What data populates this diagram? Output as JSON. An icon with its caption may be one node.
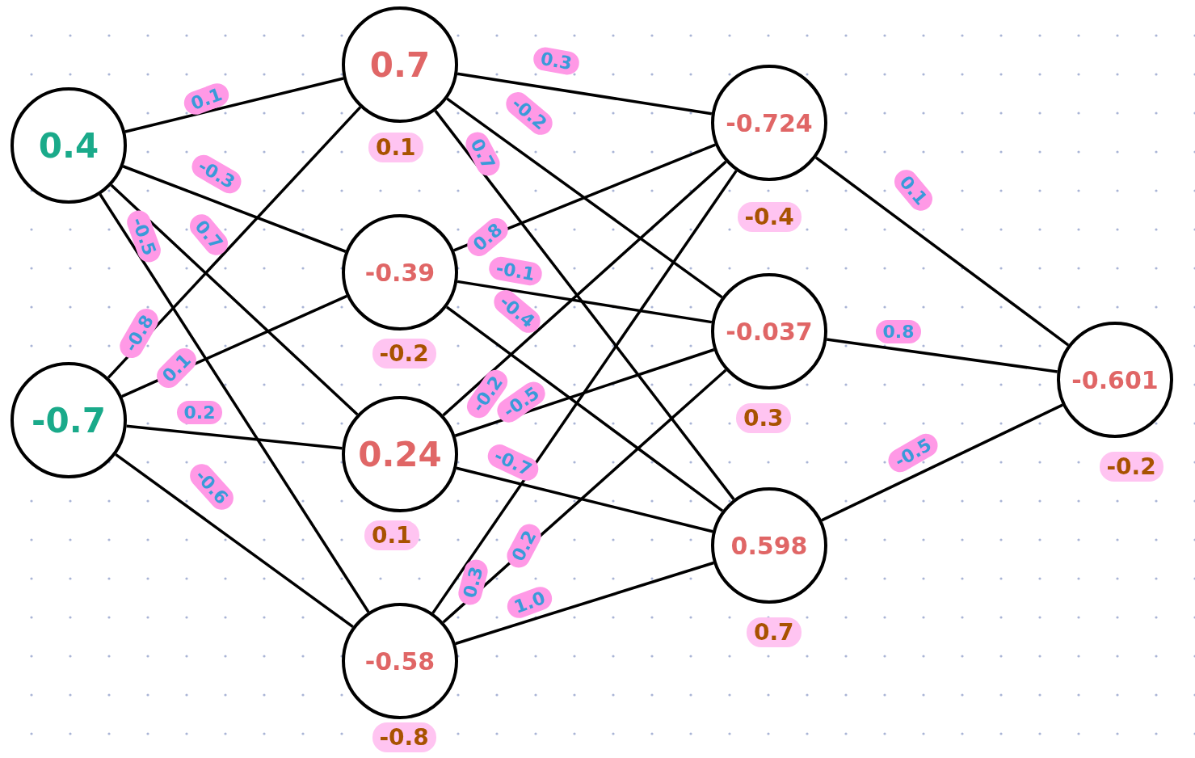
{
  "diagram": {
    "nodes": [
      {
        "text": [
          "0.4"
        ]
      },
      {
        "text": [
          "-0.7"
        ]
      },
      {
        "text": [
          "0.7"
        ],
        "beside": [
          "0.1"
        ]
      },
      {
        "text": [
          "-0.39"
        ],
        "beside": [
          "-0.2"
        ]
      },
      {
        "text": [
          "0.24"
        ],
        "beside": [
          "0.1"
        ]
      },
      {
        "text": [
          "-0.58"
        ],
        "beside": [
          "-0.8"
        ]
      },
      {
        "text": [
          "-0.724"
        ],
        "beside": [
          "-0.4"
        ]
      },
      {
        "text": [
          "-0.037"
        ],
        "beside": [
          "0.3"
        ]
      },
      {
        "text": [
          "0.598"
        ],
        "beside": [
          "0.7"
        ]
      },
      {
        "text": [
          "-0.601"
        ],
        "beside": [
          "-0.2"
        ]
      }
    ],
    "edges": [
      {
        "from": 0,
        "to": 2,
        "arrow": "none",
        "label": "0.1"
      },
      {
        "from": 0,
        "to": 3,
        "arrow": "none",
        "label": "-0.3"
      },
      {
        "from": 0,
        "to": 4,
        "arrow": "none",
        "label": "0.7"
      },
      {
        "from": 0,
        "to": 5,
        "arrow": "none",
        "label": "-0.5"
      },
      {
        "from": 1,
        "to": 2,
        "arrow": "none",
        "label": "-0.8"
      },
      {
        "from": 1,
        "to": 3,
        "arrow": "none",
        "label": "0.1"
      },
      {
        "from": 1,
        "to": 4,
        "arrow": "none",
        "label": "0.2"
      },
      {
        "from": 1,
        "to": 5,
        "arrow": "none",
        "label": "-0.6"
      },
      {
        "from": 2,
        "to": 6,
        "arrow": "none",
        "label": "0.3"
      },
      {
        "from": 2,
        "to": 7,
        "arrow": "none",
        "label": "-0.2"
      },
      {
        "from": 2,
        "to": 8,
        "arrow": "none",
        "label": "0.7"
      },
      {
        "from": 3,
        "to": 6,
        "arrow": "none",
        "label": "0.8"
      },
      {
        "from": 3,
        "to": 7,
        "arrow": "none",
        "label": "-0.1"
      },
      {
        "from": 3,
        "to": 8,
        "arrow": "none",
        "label": "-0.4"
      },
      {
        "from": 4,
        "to": 6,
        "arrow": "none",
        "label": "-0.2"
      },
      {
        "from": 4,
        "to": 7,
        "arrow": "none",
        "label": "-0.5"
      },
      {
        "from": 4,
        "to": 8,
        "arrow": "none",
        "label": "-0.7"
      },
      {
        "from": 5,
        "to": 6,
        "arrow": "none",
        "label": "0.3"
      },
      {
        "from": 5,
        "to": 7,
        "arrow": "none",
        "label": "0.2"
      },
      {
        "from": 5,
        "to": 8,
        "arrow": "none",
        "label": "1.0"
      },
      {
        "from": 6,
        "to": 9,
        "arrow": "none",
        "label": "0.1"
      },
      {
        "from": 7,
        "to": 9,
        "arrow": "none",
        "label": "0.8"
      },
      {
        "from": 8,
        "to": 9,
        "arrow": "none",
        "label": "-0.5"
      }
    ]
  }
}
